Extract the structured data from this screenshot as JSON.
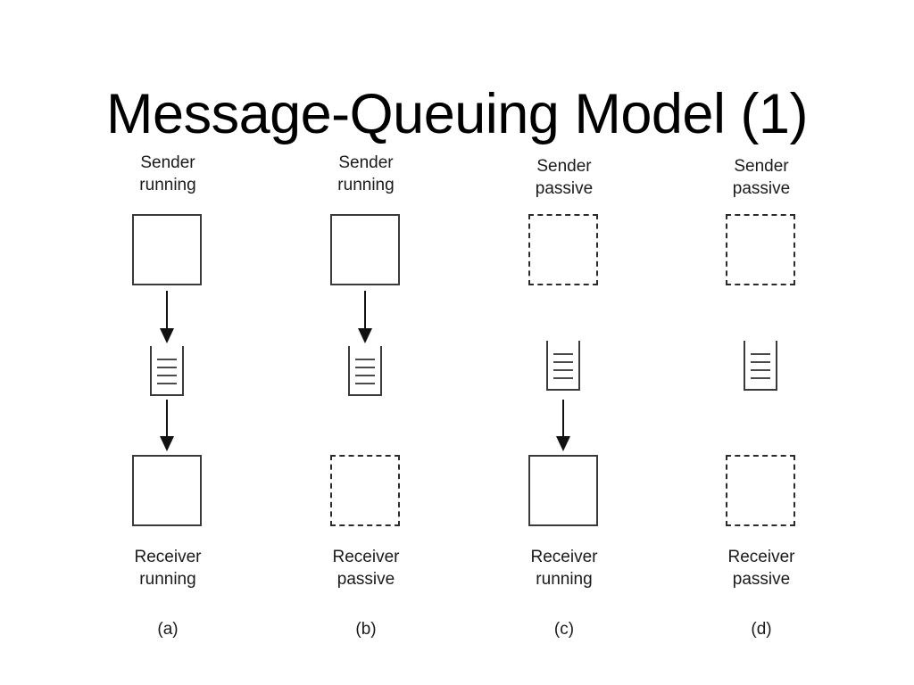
{
  "slide": {
    "title": "Message-Queuing Model (1)"
  },
  "figure": {
    "columns": [
      {
        "id": "a",
        "sender_label_line1": "Sender",
        "sender_label_line2": "running",
        "sender_state": "running",
        "sender_box_style": "solid",
        "queue_icon": "message-queue-icon",
        "queue_line_count": 4,
        "arrow_sender_to_queue": true,
        "arrow_queue_to_receiver": true,
        "receiver_label_line1": "Receiver",
        "receiver_label_line2": "running",
        "receiver_state": "running",
        "receiver_box_style": "solid",
        "sublabel": "(a)"
      },
      {
        "id": "b",
        "sender_label_line1": "Sender",
        "sender_label_line2": "running",
        "sender_state": "running",
        "sender_box_style": "solid",
        "queue_icon": "message-queue-icon",
        "queue_line_count": 4,
        "arrow_sender_to_queue": true,
        "arrow_queue_to_receiver": false,
        "receiver_label_line1": "Receiver",
        "receiver_label_line2": "passive",
        "receiver_state": "passive",
        "receiver_box_style": "dashed",
        "sublabel": "(b)"
      },
      {
        "id": "c",
        "sender_label_line1": "Sender",
        "sender_label_line2": "passive",
        "sender_state": "passive",
        "sender_box_style": "dashed",
        "queue_icon": "message-queue-icon",
        "queue_line_count": 4,
        "arrow_sender_to_queue": false,
        "arrow_queue_to_receiver": true,
        "receiver_label_line1": "Receiver",
        "receiver_label_line2": "running",
        "receiver_state": "running",
        "receiver_box_style": "solid",
        "sublabel": "(c)"
      },
      {
        "id": "d",
        "sender_label_line1": "Sender",
        "sender_label_line2": "passive",
        "sender_state": "passive",
        "sender_box_style": "dashed",
        "queue_icon": "message-queue-icon",
        "queue_line_count": 4,
        "arrow_sender_to_queue": false,
        "arrow_queue_to_receiver": false,
        "receiver_label_line1": "Receiver",
        "receiver_label_line2": "passive",
        "receiver_state": "passive",
        "receiver_box_style": "dashed",
        "sublabel": "(d)"
      }
    ]
  },
  "colors": {
    "background": "#ffffff",
    "ink": "#000000",
    "stroke": "#3a3a3a",
    "caption": "#1a1a1a"
  }
}
